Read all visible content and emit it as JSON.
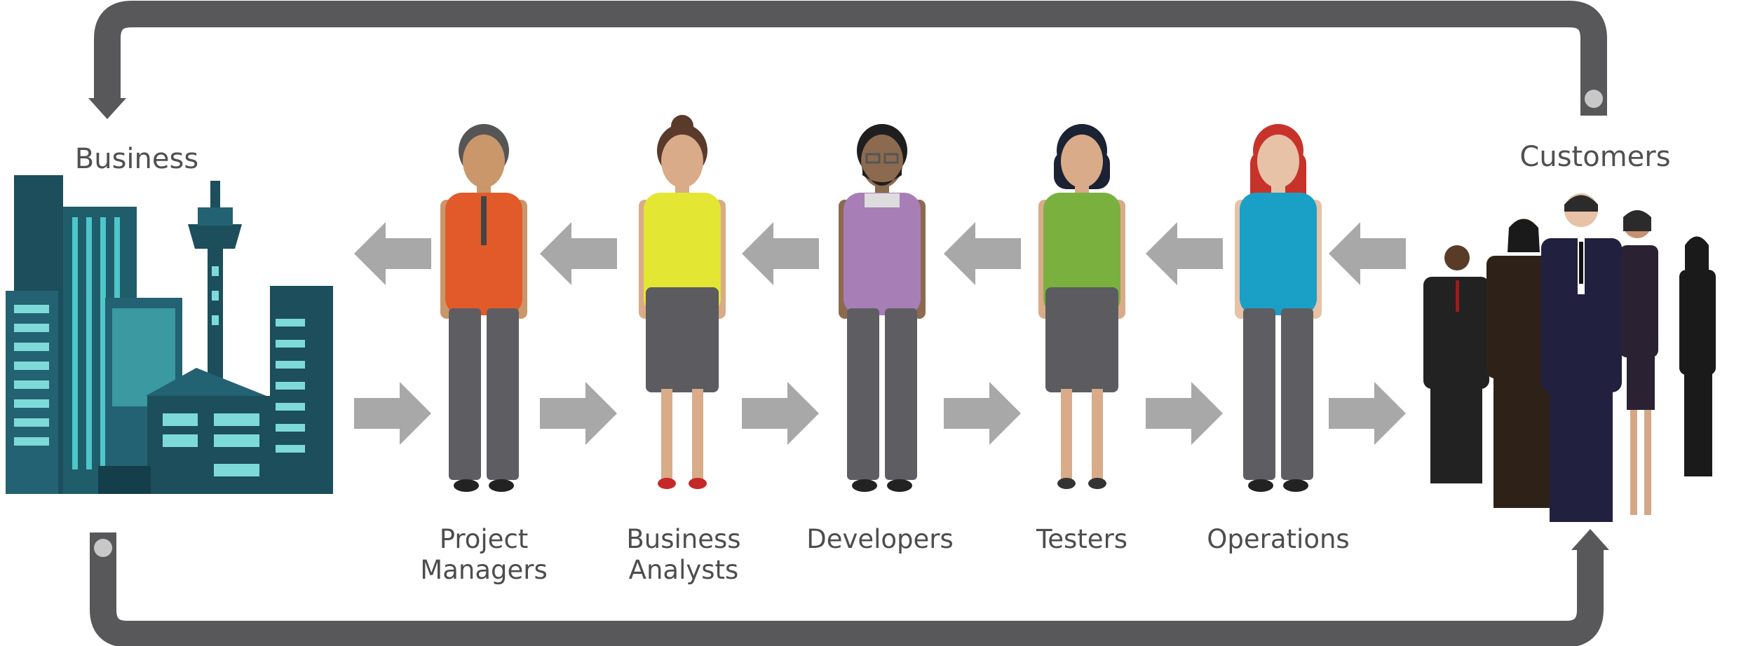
{
  "business_label": "Business",
  "customers_label": "Customers",
  "roles": [
    {
      "line1": "Project",
      "line2": "Managers",
      "shirt": "#e35a2a",
      "lower": "#5e5e62",
      "skin": "#c9976a",
      "hair": "#555555"
    },
    {
      "line1": "Business",
      "line2": "Analysts",
      "shirt": "#e3e633",
      "lower": "#5b5b60",
      "skin": "#d9ab88",
      "hair": "#5a3a2a"
    },
    {
      "line1": "Developers",
      "line2": "",
      "shirt": "#a77fb6",
      "lower": "#5e5e62",
      "skin": "#8c6a4f",
      "hair": "#1e1e1e"
    },
    {
      "line1": "Testers",
      "line2": "",
      "shirt": "#7ab13e",
      "lower": "#5b5b60",
      "skin": "#d9ab88",
      "hair": "#1a2233"
    },
    {
      "line1": "Operations",
      "line2": "",
      "shirt": "#1aa0c6",
      "lower": "#5e5e62",
      "skin": "#e7c2a6",
      "hair": "#c7332a"
    }
  ],
  "colors": {
    "loop": "#58585b",
    "arrow": "#a8a8a8",
    "building_dark": "#1c4e5c",
    "building_mid": "#236272",
    "building_light": "#4fc6c9",
    "window": "#7ddad8",
    "dot": "#c8c8c8"
  },
  "icons": {
    "business": "city-buildings-icon",
    "customers": "customer-group-icon",
    "flow_arrow": "arrow-icon"
  }
}
